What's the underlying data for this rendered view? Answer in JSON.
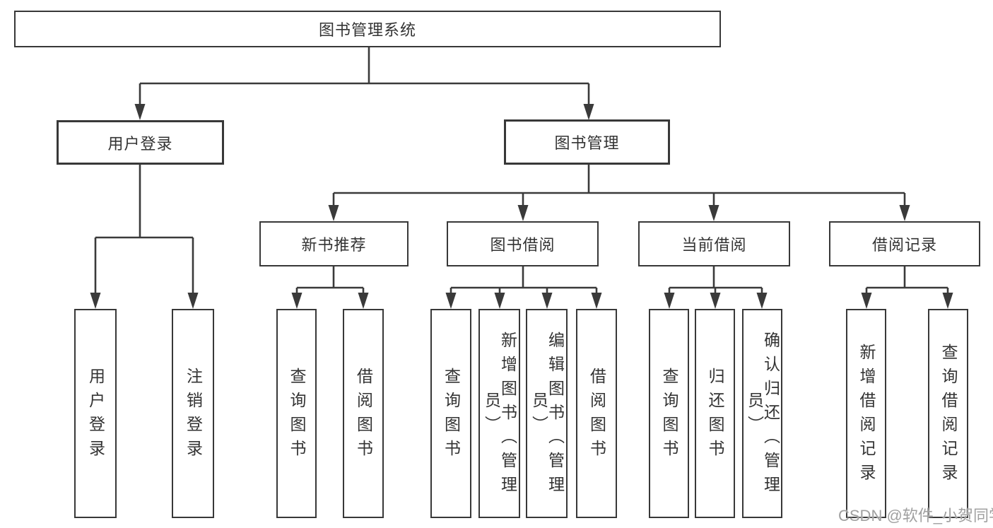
{
  "tree": {
    "label": "图书管理系统",
    "children": [
      {
        "label": "用户登录",
        "children": [
          {
            "label": "用户登录"
          },
          {
            "label": "注销登录"
          }
        ]
      },
      {
        "label": "图书管理",
        "children": [
          {
            "label": "新书推荐",
            "children": [
              {
                "label": "查询图书"
              },
              {
                "label": "借阅图书"
              }
            ]
          },
          {
            "label": "图书借阅",
            "children": [
              {
                "label": "查询图书"
              },
              {
                "label": "新增图书（管理员）"
              },
              {
                "label": "编辑图书（管理员）"
              },
              {
                "label": "借阅图书"
              }
            ]
          },
          {
            "label": "当前借阅",
            "children": [
              {
                "label": "查询图书"
              },
              {
                "label": "归还图书"
              },
              {
                "label": "确认归还（管理员）"
              }
            ]
          },
          {
            "label": "借阅记录",
            "children": [
              {
                "label": "新增借阅记录"
              },
              {
                "label": "查询借阅记录"
              }
            ]
          }
        ]
      }
    ]
  },
  "watermark": "CSDN @软件_小贺同学",
  "colors": {
    "line": "#3a3a3a",
    "box_border": "#383838",
    "box_fill": "#ffffff",
    "text": "#333333",
    "watermark": "#a0a0a0",
    "background": "#ffffff"
  }
}
